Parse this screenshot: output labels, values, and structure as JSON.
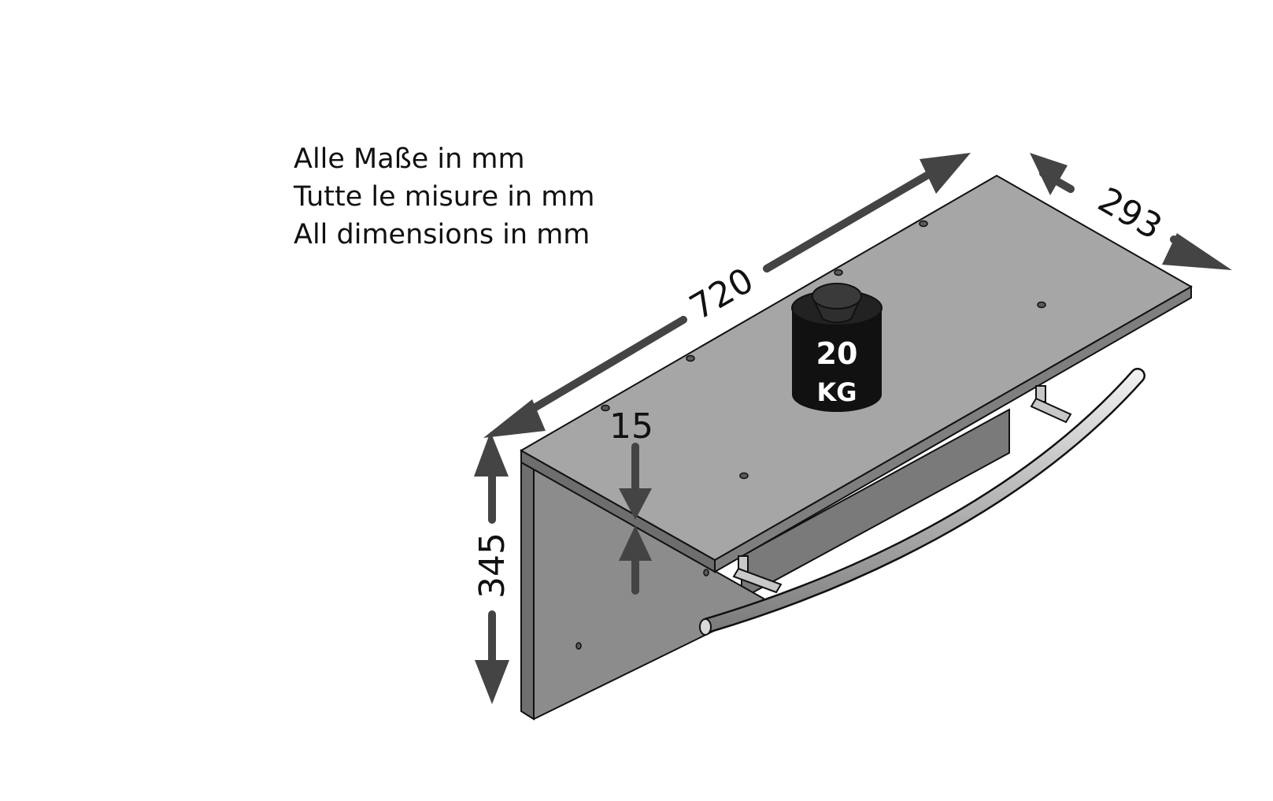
{
  "notes": [
    "Alle Maße in mm",
    "Tutte le misure in mm",
    "All dimensions in mm"
  ],
  "dimensions": {
    "width": "720",
    "depth": "293",
    "height": "345",
    "thickness": "15"
  },
  "weight": {
    "value": "20",
    "unit": "KG"
  },
  "colors": {
    "board_top": "#a6a6a6",
    "board_side": "#8c8c8c",
    "arrow": "#444444",
    "weight": "#111111"
  }
}
